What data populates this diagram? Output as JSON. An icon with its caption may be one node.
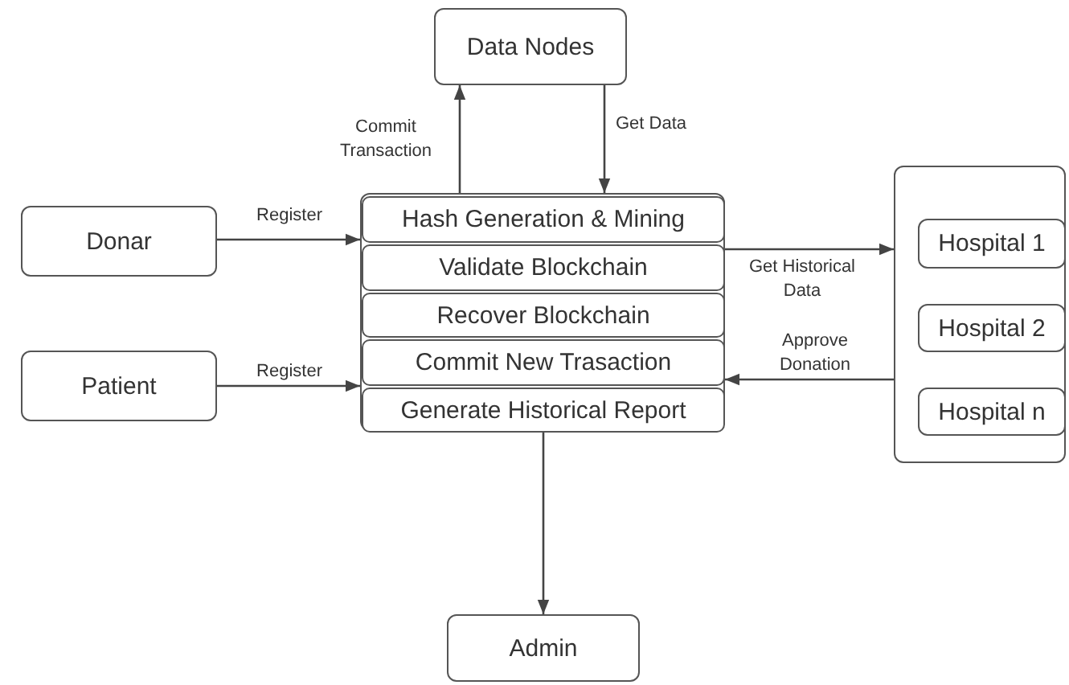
{
  "diagram": {
    "nodes": [
      {
        "text": [
          "Data Nodes"
        ]
      },
      {
        "text": [],
        "shape": "box"
      },
      {
        "text": [
          "Hash Generation & Mining"
        ],
        "in": 1
      },
      {
        "text": [
          "Validate Blockchain"
        ],
        "in": 1
      },
      {
        "text": [
          "Recover Blockchain"
        ],
        "in": 1
      },
      {
        "text": [
          "Commit New Trasaction"
        ],
        "in": 1
      },
      {
        "text": [
          "Generate Historical Report"
        ],
        "in": 1
      },
      {
        "text": [
          "Donar"
        ]
      },
      {
        "text": [
          "Patient"
        ]
      },
      {
        "text": [],
        "shape": "box"
      },
      {
        "text": [
          "Hospital 1"
        ],
        "in": 9
      },
      {
        "text": [
          "Hospital 2"
        ],
        "in": 9
      },
      {
        "text": [
          "Hospital n"
        ],
        "in": 9
      },
      {
        "text": [
          "Admin"
        ]
      }
    ],
    "edges": [
      {
        "from": 1,
        "to": 0,
        "arrow": "to",
        "label": "Commit Transaction"
      },
      {
        "from": 0,
        "to": 1,
        "arrow": "to",
        "label": "Get Data"
      },
      {
        "from": 7,
        "to": 1,
        "arrow": "to",
        "label": "Register"
      },
      {
        "from": 8,
        "to": 1,
        "arrow": "to",
        "label": "Register"
      },
      {
        "from": 1,
        "to": 9,
        "arrow": "to",
        "label": "Get Historical Data"
      },
      {
        "from": 9,
        "to": 1,
        "arrow": "to",
        "label": "Approve Donation"
      },
      {
        "from": 1,
        "to": 13,
        "arrow": "to"
      }
    ]
  }
}
